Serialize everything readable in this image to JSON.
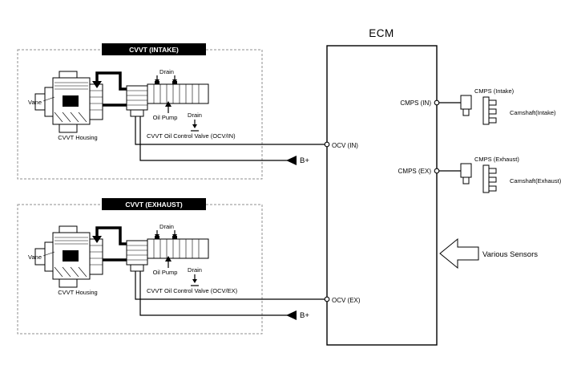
{
  "colors": {
    "line": "#000000",
    "background": "#ffffff",
    "section_label_bg": "#000000",
    "section_label_text": "#ffffff",
    "dashed_border": "#8f8f8f"
  },
  "ecm": {
    "title": "ECM",
    "pins": {
      "ocv_in": "OCV (IN)",
      "ocv_ex": "OCV (EX)",
      "cmps_in": "CMPS (IN)",
      "cmps_ex": "CMPS (EX)"
    }
  },
  "intake": {
    "section_label": "CVVT (INTAKE)",
    "vane": "Vane",
    "housing": "CVVT Housing",
    "drain_top": "Drain",
    "oil_pump": "Oil Pump",
    "drain_bottom": "Drain",
    "valve": "CVVT Oil Control Valve (OCV/IN)",
    "b_plus": "B+"
  },
  "exhaust": {
    "section_label": "CVVT (EXHAUST)",
    "vane": "Vane",
    "housing": "CVVT Housing",
    "drain_top": "Drain",
    "oil_pump": "Oil Pump",
    "drain_bottom": "Drain",
    "valve": "CVVT Oil Control Valve (OCV/EX)",
    "b_plus": "B+"
  },
  "cmps": {
    "intake": {
      "sensor": "CMPS (Intake)",
      "camshaft": "Camshaft(Intake)"
    },
    "exhaust": {
      "sensor": "CMPS (Exhaust)",
      "camshaft": "Camshaft(Exhaust)"
    }
  },
  "various_sensors": "Various Sensors"
}
